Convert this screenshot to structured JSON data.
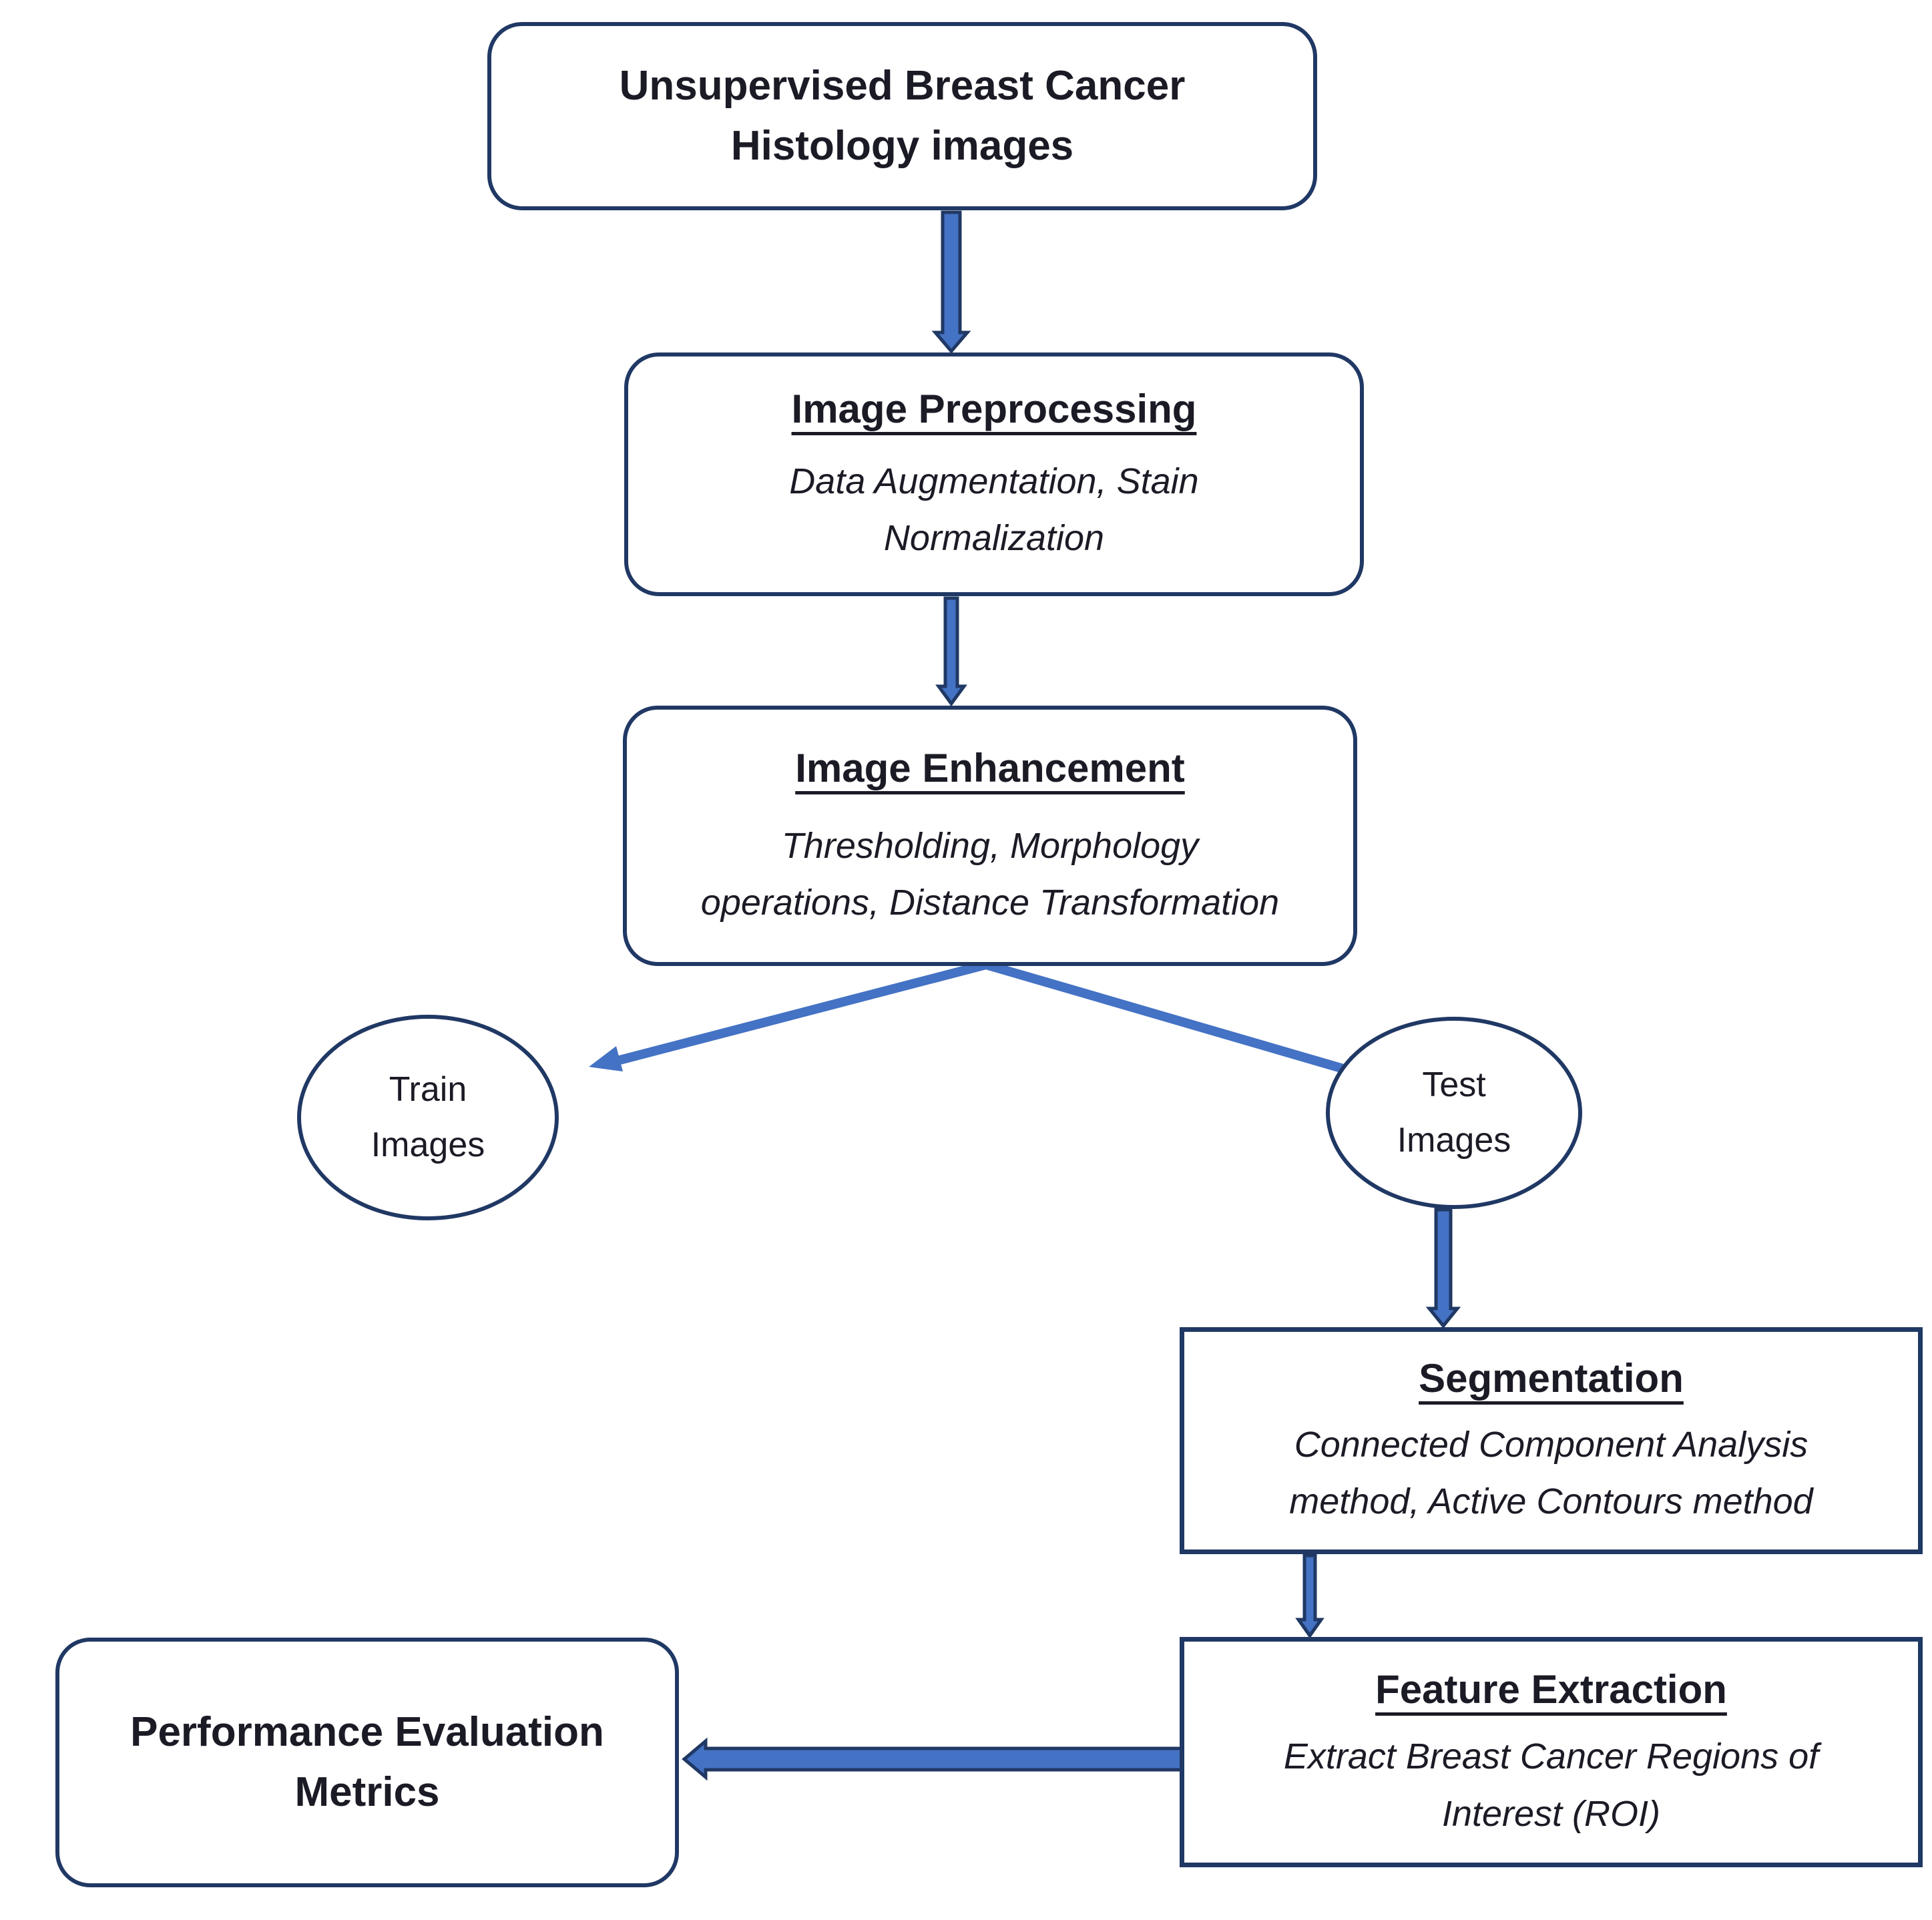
{
  "colors": {
    "node_border": "#203864",
    "arrow_fill": "#4472c4",
    "arrow_outline": "#203864",
    "diagonal_arrow": "#4472c4",
    "text": "#1b1b26",
    "background": "#ffffff"
  },
  "nodes": {
    "histology": {
      "title": "Unsupervised Breast Cancer\nHistology images"
    },
    "preprocessing": {
      "title": "Image Preprocessing",
      "subtitle": "Data Augmentation, Stain\nNormalization"
    },
    "enhancement": {
      "title": "Image Enhancement",
      "subtitle": "Thresholding, Morphology\noperations, Distance Transformation"
    },
    "train": {
      "label": "Train\nImages"
    },
    "test": {
      "label": "Test\nImages"
    },
    "segmentation": {
      "title": "Segmentation",
      "subtitle": "Connected Component Analysis\nmethod, Active Contours method"
    },
    "feature": {
      "title": "Feature Extraction",
      "subtitle": "Extract Breast Cancer Regions of\nInterest (ROI)"
    },
    "performance": {
      "title": "Performance Evaluation\nMetrics"
    }
  }
}
